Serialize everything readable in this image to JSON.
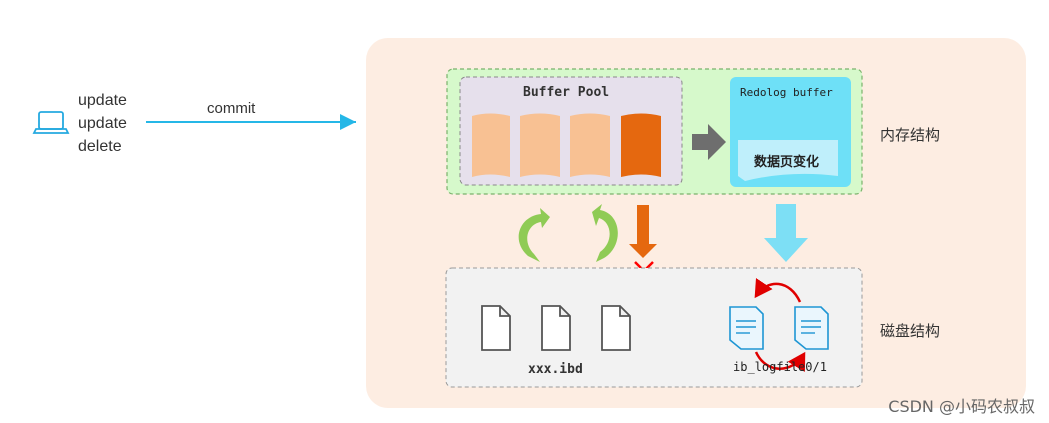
{
  "client": {
    "icon": "laptop-icon",
    "operations": [
      "update",
      "update",
      "delete"
    ],
    "arrow_label": "commit"
  },
  "memory": {
    "label": "内存结构",
    "buffer_pool": {
      "title": "Buffer Pool",
      "pages": [
        {
          "state": "clean",
          "color": "#F8C193"
        },
        {
          "state": "clean",
          "color": "#F8C193"
        },
        {
          "state": "clean",
          "color": "#F8C193"
        },
        {
          "state": "dirty",
          "color": "#E5680F"
        }
      ]
    },
    "redolog_buffer": {
      "title": "Redolog buffer",
      "content": "数据页变化"
    }
  },
  "disk": {
    "label": "磁盘结构",
    "data_file": {
      "label": "xxx.ibd",
      "file_count": 3,
      "icon": "file-icon"
    },
    "log_file": {
      "label": "ib_logfile0/1",
      "file_count": 2,
      "icon": "document-lines-icon"
    }
  },
  "colors": {
    "background_panel": "#FDEDE2",
    "memory_area": "#D6F9CB",
    "memory_border": "#7AB26B",
    "buffer_pool_bg": "#E6E0EC",
    "redolog_bg": "#6EE0F7",
    "redolog_note": "#BFEFFB",
    "disk_area": "#F2F2F2",
    "commit_arrow": "#25B7E7",
    "sync_arrows": "#8FCB55",
    "flush_arrow": "#E5680F",
    "blocked_mark": "#FF0000",
    "cycle_arrows": "#E00000"
  },
  "watermark": "CSDN @小码农叔叔"
}
